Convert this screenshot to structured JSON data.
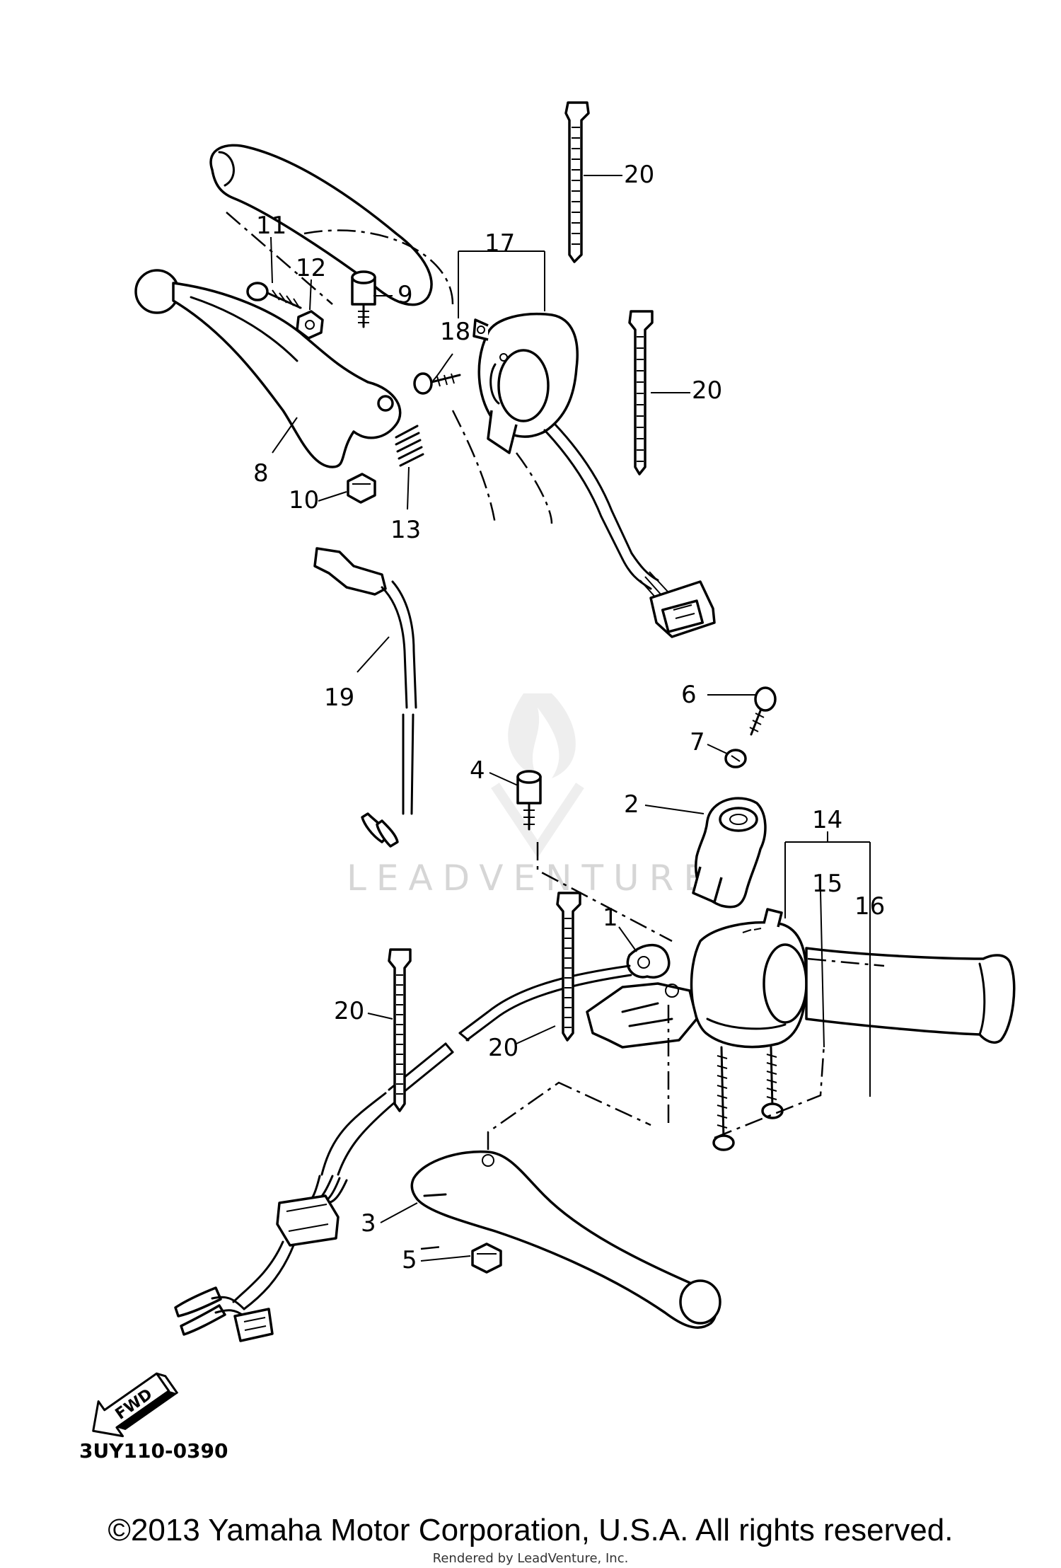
{
  "diagram": {
    "watermark": "LEADVENTURE",
    "fwd_label": "FWD",
    "figure_code": "3UY110-0390",
    "callouts": {
      "c1": "1",
      "c2": "2",
      "c3": "3",
      "c4": "4",
      "c5": "5",
      "c6": "6",
      "c7": "7",
      "c8": "8",
      "c9": "9",
      "c10": "10",
      "c11": "11",
      "c12": "12",
      "c13": "13",
      "c14": "14",
      "c15": "15",
      "c16": "16",
      "c17": "17",
      "c18": "18",
      "c19": "19",
      "c20a": "20",
      "c20b": "20",
      "c20c": "20",
      "c20d": "20"
    }
  },
  "footer": {
    "copyright": "©2013 Yamaha Motor Corporation, U.S.A. All rights reserved.",
    "rendered_by": "Rendered by LeadVenture, Inc."
  }
}
